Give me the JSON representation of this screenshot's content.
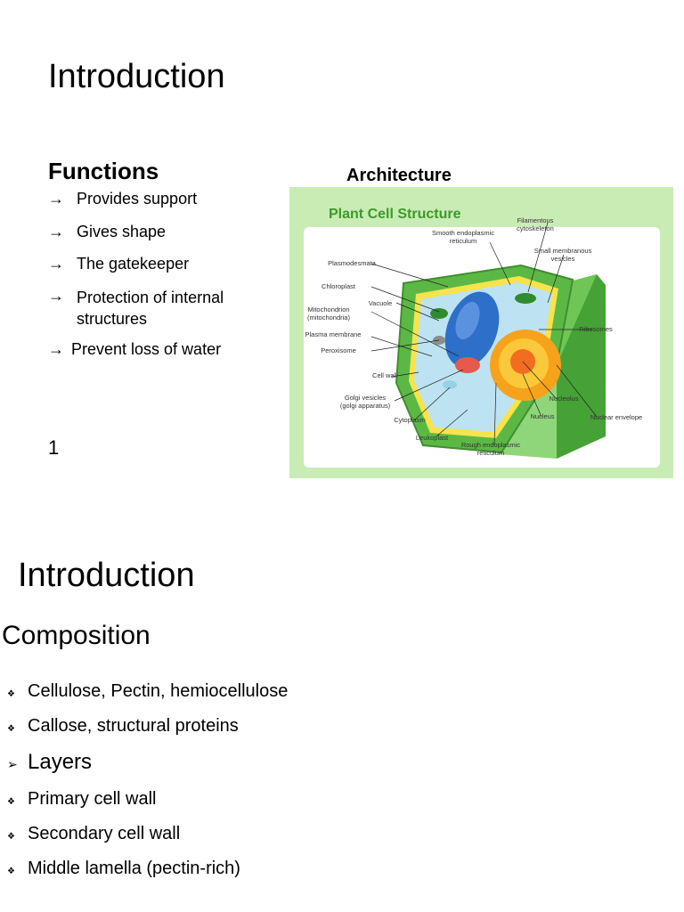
{
  "slide1": {
    "title": "Introduction",
    "functions_heading": "Functions",
    "arrow_glyph": "→",
    "functions": [
      "Provides support",
      "Gives shape",
      "The gatekeeper",
      "Protection of internal structures",
      "Prevent loss of water"
    ],
    "architecture_label": "Architecture",
    "page_number": "1",
    "diagram": {
      "title": "Plant Cell Structure",
      "labels": {
        "filamentous": "Filamentous cytoskeleton",
        "smooth_er": "Smooth endoplasmic reticulum",
        "small_vesicles": "Small membranous vesicles",
        "plasmodesmata": "Plasmodesmata",
        "chloroplast": "Chloroplast",
        "vacuole": "Vacuole",
        "mitochondrion": "Mitochondrion (mitochondria)",
        "plasma_membrane": "Plasma membrane",
        "peroxisome": "Peroxisome",
        "cell_wall": "Cell wall",
        "golgi": "Golgi vesicles (golgi apparatus)",
        "cytoplasm": "Cytoplasm",
        "leukoplast": "Leukoplast",
        "rough_er": "Rough endoplasmic reticulum",
        "nucleus": "Nucleus",
        "nucleolus": "Nucleolus",
        "nuclear_envelope": "Nuclear envelope",
        "ribosomes": "Ribosomes"
      },
      "colors": {
        "panel": "#c9ecb4",
        "wall": "#5cb845",
        "cytoplasm": "#bde3f2",
        "vacuole": "#2d6fc9",
        "nucleus": "#f7a21b"
      }
    }
  },
  "slide2": {
    "title": "Introduction",
    "composition_heading": "Composition",
    "bullet_small": "❖",
    "bullet_big": "➢",
    "items": [
      "Cellulose, Pectin, hemiocellulose",
      "Callose, structural proteins"
    ],
    "layers_heading": "Layers",
    "layers": [
      "Primary cell wall",
      "Secondary cell wall",
      "Middle lamella (pectin-rich)"
    ]
  }
}
